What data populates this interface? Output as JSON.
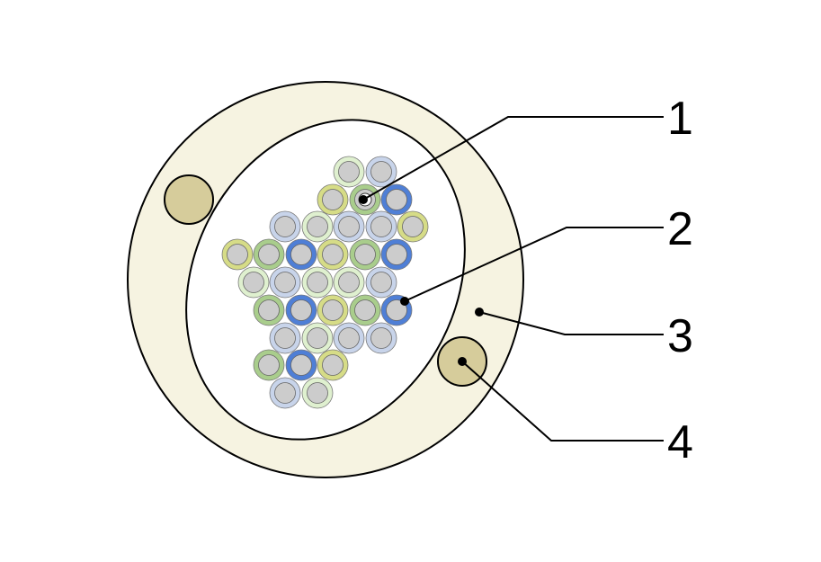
{
  "diagram": {
    "callouts": [
      {
        "id": "1",
        "label": "1",
        "target": "fiber-core"
      },
      {
        "id": "2",
        "label": "2",
        "target": "fiber-coating"
      },
      {
        "id": "3",
        "label": "3",
        "target": "outer-sheath"
      },
      {
        "id": "4",
        "label": "4",
        "target": "strength-member"
      }
    ],
    "fiber_palette": {
      "light_blue": "#c8d4ea",
      "pale_green": "#dff0cf",
      "yellow": "#d6dc87",
      "green": "#a9cd8c",
      "blue": "#4f7fd6",
      "core_gray": "#cccccc"
    },
    "sheath_color": "#f6f3e1",
    "strength_member_color": "#d6cc9b"
  }
}
